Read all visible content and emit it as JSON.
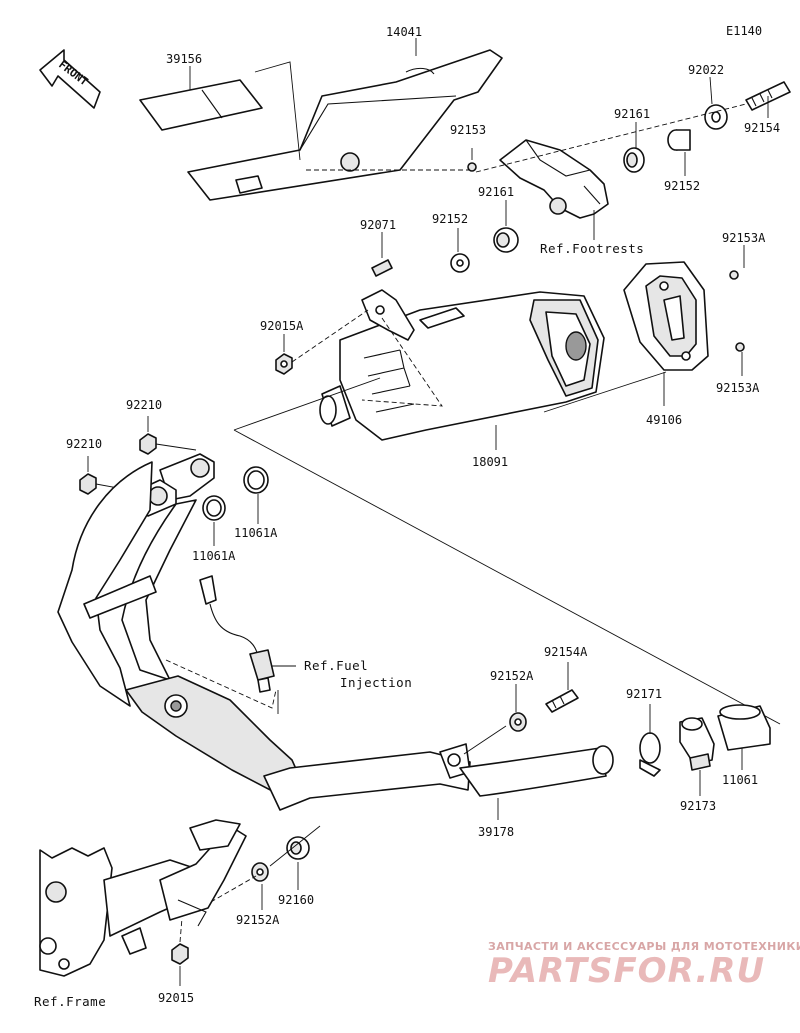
{
  "diagram_code": "E1140",
  "front_marker": "FRONT",
  "labels": {
    "p14041": "14041",
    "p39156": "39156",
    "p92022": "92022",
    "p92154": "92154",
    "p92161a": "92161",
    "p92153": "92153",
    "p92152a": "92152",
    "p92161b": "92161",
    "p92152b": "92152",
    "p92071": "92071",
    "p92153A_top": "92153A",
    "p92015A": "92015A",
    "p92153A_bot": "92153A",
    "p49106": "49106",
    "p18091": "18091",
    "p92210a": "92210",
    "p92210b": "92210",
    "p11061A_a": "11061A",
    "p11061A_b": "11061A",
    "p92154A": "92154A",
    "p92152A_a": "92152A",
    "p92171": "92171",
    "p11061": "11061",
    "p92173": "92173",
    "p39178": "39178",
    "p92160": "92160",
    "p92152A_b": "92152A",
    "p92015": "92015"
  },
  "refs": {
    "footrests": "Ref.Footrests",
    "fuel_line1": "Ref.Fuel",
    "fuel_line2": "Injection",
    "frame": "Ref.Frame"
  },
  "watermark": {
    "caption": "ЗАПЧАСТИ И АКСЕССУАРЫ ДЛЯ МОТОТЕХНИКИ",
    "brand": "PARTSFOR.RU"
  }
}
